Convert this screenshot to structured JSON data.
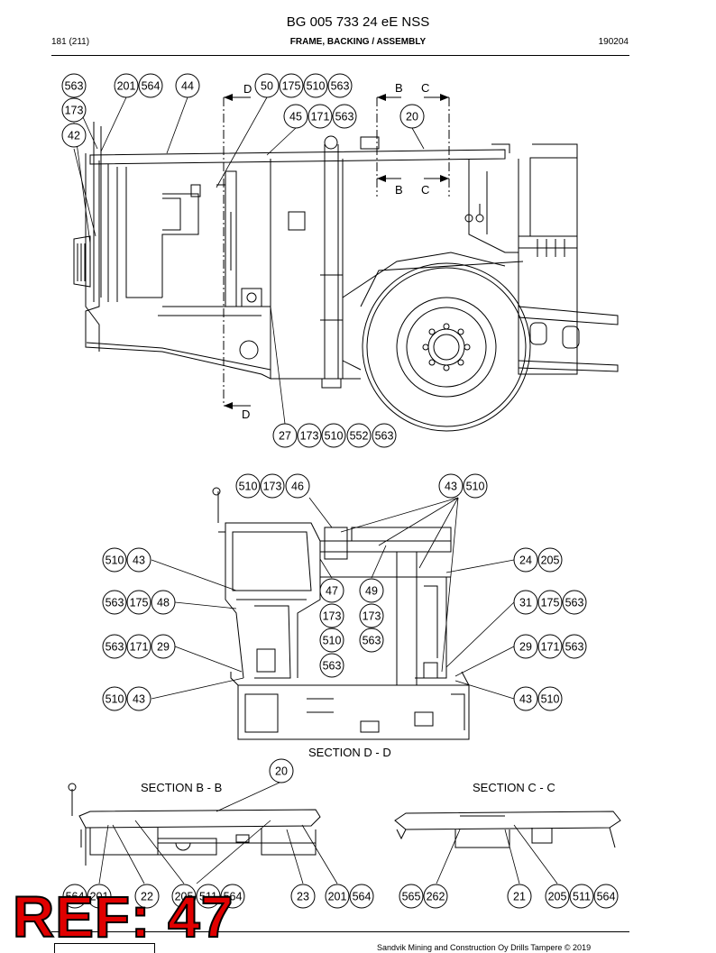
{
  "header": {
    "title": "BG 005 733 24 eE NSS",
    "subtitle": "FRAME, BACKING / ASSEMBLY",
    "page": "181 (211)",
    "date": "190204"
  },
  "sections": {
    "d_label": "SECTION D - D",
    "b_label": "SECTION B - B",
    "c_label": "SECTION C - C"
  },
  "section_markers": {
    "d_top": "D",
    "d_bottom": "D",
    "b_top": "B",
    "c_top": "C",
    "b_mid": "B",
    "c_mid": "C"
  },
  "callouts": {
    "v1": [
      "563",
      "201",
      "564",
      "44",
      "50",
      "175",
      "510",
      "563",
      "173",
      "42",
      "45",
      "171",
      "563",
      "20"
    ],
    "v1_bottom": [
      "27",
      "173",
      "510",
      "552",
      "563"
    ],
    "v2_top": [
      "510",
      "173",
      "46",
      "43",
      "510"
    ],
    "v2_left": [
      "510",
      "43",
      "563",
      "175",
      "48",
      "563",
      "171",
      "29",
      "510",
      "43"
    ],
    "v2_mid": [
      "47",
      "173",
      "510",
      "563",
      "49",
      "173",
      "563"
    ],
    "v2_right": [
      "24",
      "205",
      "31",
      "175",
      "563",
      "29",
      "171",
      "563",
      "43",
      "510"
    ],
    "v3": [
      "20",
      "564",
      "201",
      "22",
      "205",
      "511",
      "564",
      "23",
      "201",
      "564",
      "565",
      "262",
      "21",
      "205",
      "511",
      "564"
    ]
  },
  "ref_stamp": "REF: 47",
  "footer": "Sandvik Mining and Construction Oy Drills Tampere © 2019",
  "colors": {
    "line": "#000000",
    "ref_stamp": "#e00000"
  }
}
